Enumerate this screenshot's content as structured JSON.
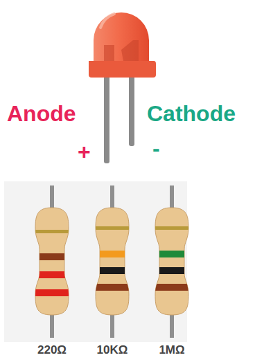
{
  "diagram": {
    "labels": [
      "Anode",
      "+",
      "Cathode",
      "-",
      "220Ω",
      "10KΩ",
      "1MΩ"
    ]
  }
}
